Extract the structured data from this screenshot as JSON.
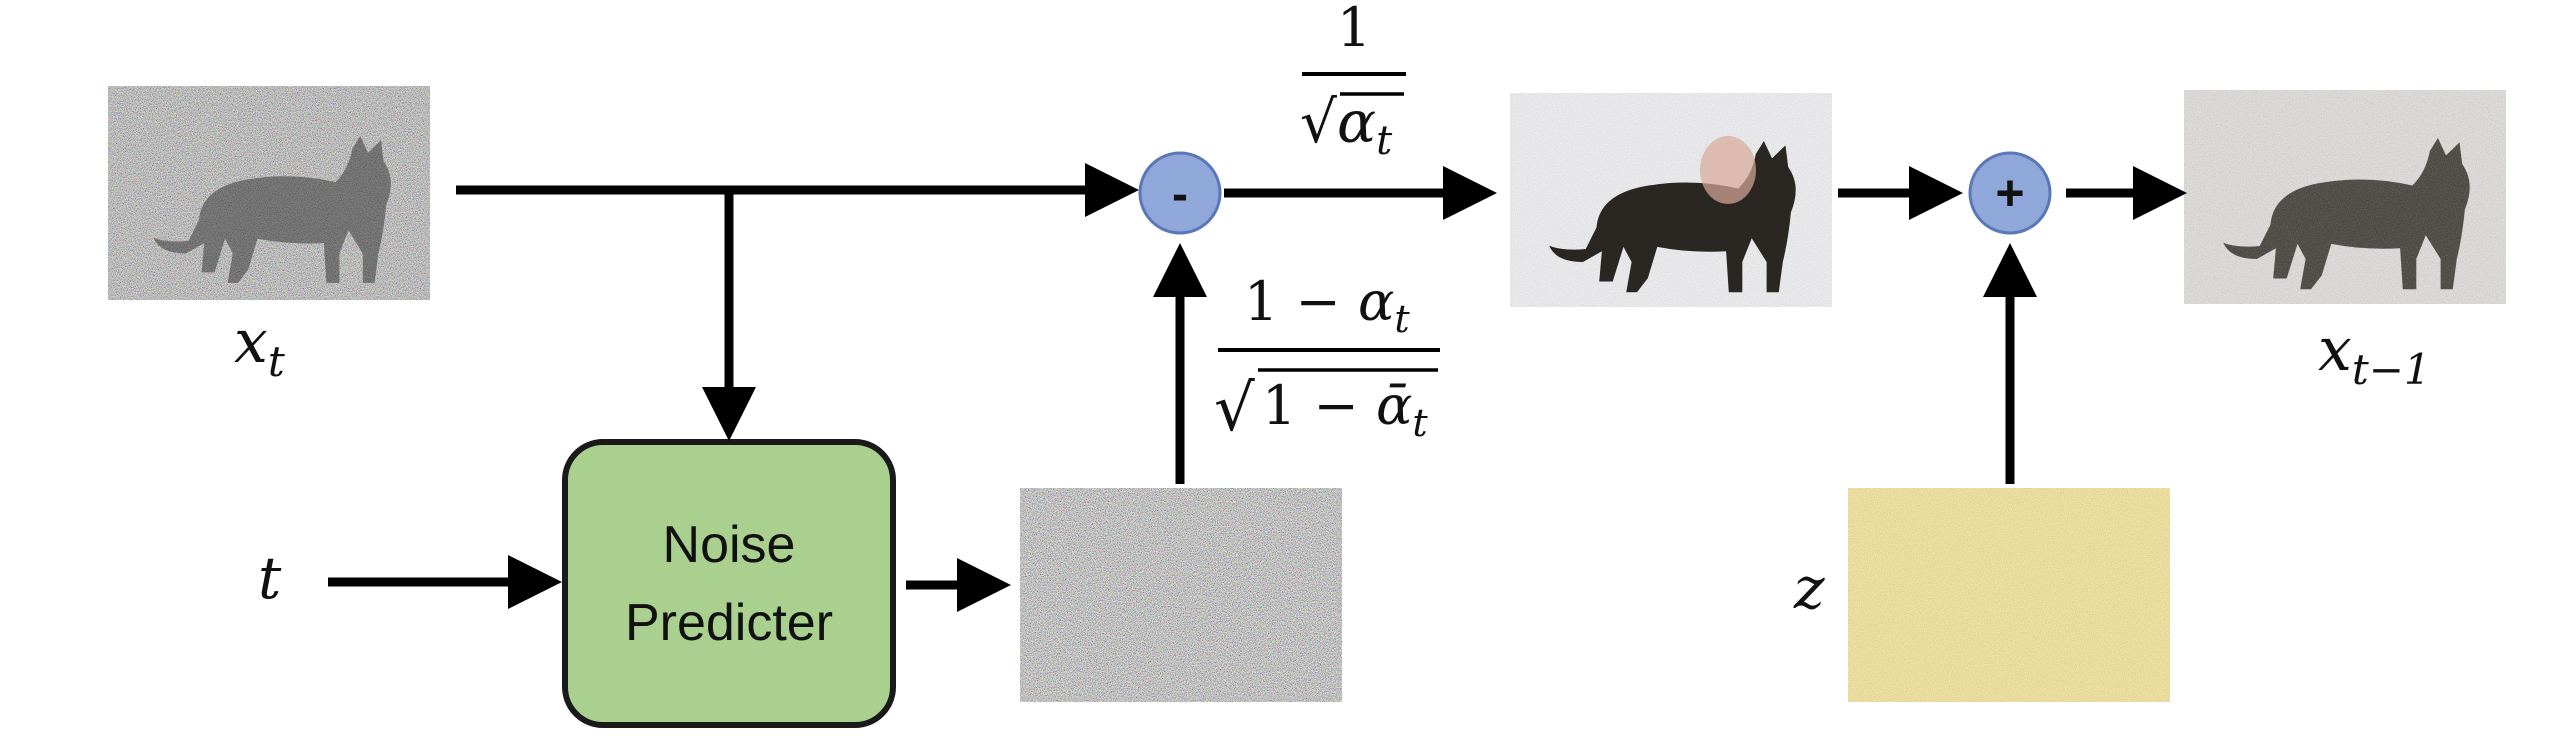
{
  "labels": {
    "x_t_base": "x",
    "x_t_sub": "t",
    "x_tm1_base": "x",
    "x_tm1_sub": "t−1",
    "t": "t",
    "z": "z"
  },
  "noise_predictor": {
    "line1": "Noise",
    "line2": "Predicter"
  },
  "operators": {
    "minus": "-",
    "plus": "+"
  },
  "coefficients": {
    "first": {
      "numerator": "1",
      "root": "√",
      "alpha": "α",
      "sub": "t"
    },
    "second": {
      "num_one": "1 − ",
      "num_alpha": "α",
      "num_sub": "t",
      "den_one": "1 − ",
      "den_alpha": "ᾱ",
      "den_sub": "t"
    }
  },
  "colors": {
    "noise_box_fill": "#a9d08e",
    "noise_box_stroke": "#1a1a1a",
    "operator_fill": "#8fa7d9",
    "operator_stroke": "#5a78b8",
    "z_noise": "#dcc06a",
    "arrow": "#000000"
  },
  "icons": {
    "noisy_input": "noisy-cat-image",
    "denoised_estimate": "denoised-cat-image",
    "output": "noisy-cat-output-image",
    "predicted_noise": "rgb-noise-image",
    "z_noise": "yellow-noise-image"
  }
}
